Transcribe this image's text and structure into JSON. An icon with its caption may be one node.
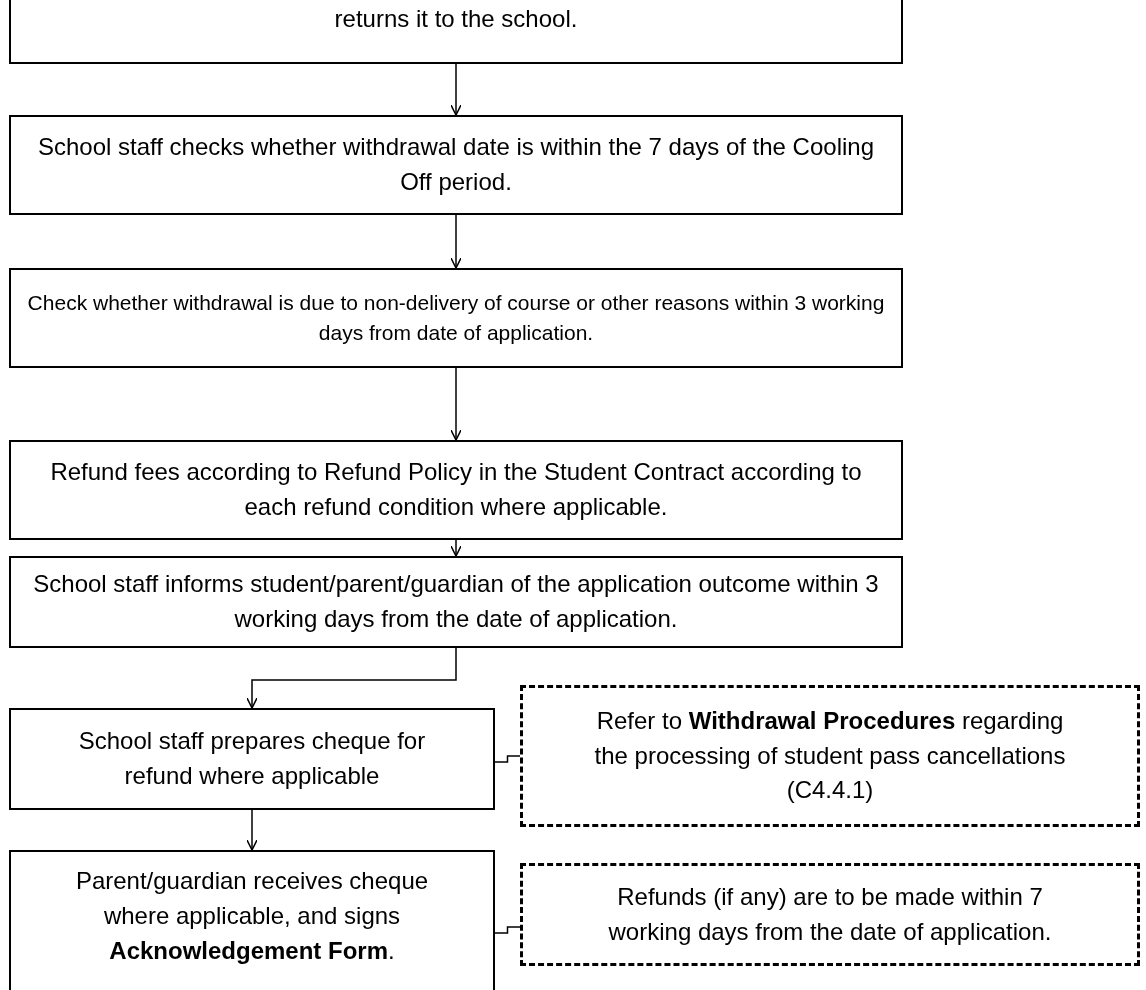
{
  "diagram": {
    "nodes": [
      {
        "text": [
          "returns it to the school."
        ]
      },
      {
        "text": [
          "School staff checks whether withdrawal date is within the 7 days of the Cooling Off period."
        ]
      },
      {
        "text": [
          "Check whether withdrawal is due to non-delivery of course or other reasons within 3 working days from date of application."
        ]
      },
      {
        "text": [
          "Refund fees according to Refund Policy in the Student Contract according to each refund condition where applicable."
        ]
      },
      {
        "text": [
          "School staff informs student/parent/guardian of the application outcome within 3 working days from the date of application."
        ]
      },
      {
        "text": [
          "School staff prepares cheque for refund where applicable"
        ]
      },
      {
        "text": [
          "Refer to **Withdrawal Procedures** regarding the processing of student pass cancellations (C4.4.1)"
        ]
      },
      {
        "text": [
          "Parent/guardian receives cheque where applicable, and signs **Acknowledgement Form**."
        ]
      },
      {
        "text": [
          "Refunds (if any) are to be made within 7 working days from the date of application."
        ]
      }
    ],
    "edges": [
      {
        "from": 0,
        "to": 1,
        "arrow": "to"
      },
      {
        "from": 1,
        "to": 2,
        "arrow": "to"
      },
      {
        "from": 2,
        "to": 3,
        "arrow": "to"
      },
      {
        "from": 3,
        "to": 4,
        "arrow": "to"
      },
      {
        "from": 4,
        "to": 5,
        "arrow": "to"
      },
      {
        "from": 5,
        "to": 6,
        "arrow": "none"
      },
      {
        "from": 5,
        "to": 7,
        "arrow": "to"
      },
      {
        "from": 7,
        "to": 8,
        "arrow": "none"
      }
    ]
  }
}
